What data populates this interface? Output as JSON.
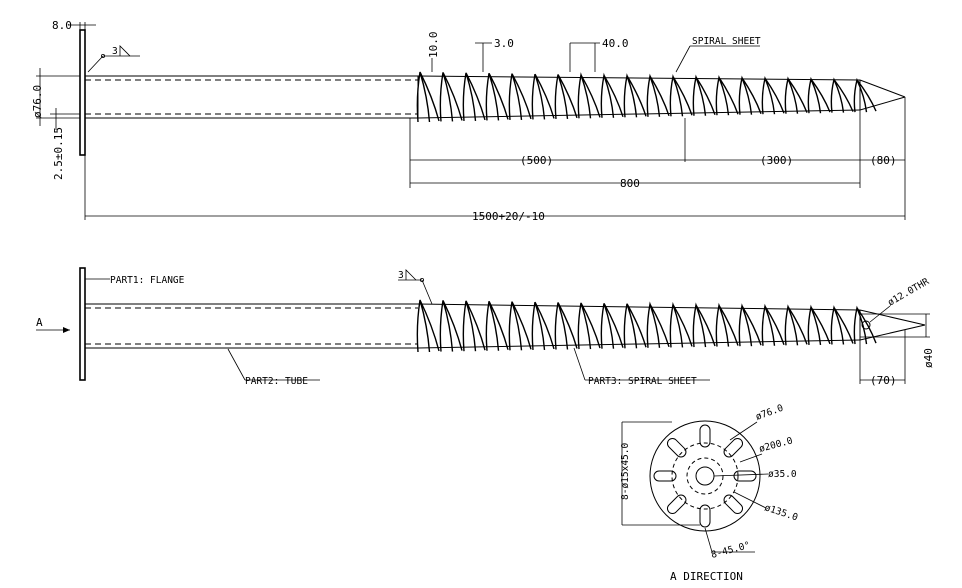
{
  "drawing": {
    "top_view": {
      "flange_thickness": "8.0",
      "weld_mark": "3",
      "pitch_height": "10.0",
      "sheet_thickness": "3.0",
      "pitch": "40.0",
      "spiral_label": "SPIRAL SHEET",
      "tube_diameter": "ø76.0",
      "wall_thickness": "2.5±0.15",
      "dim_500": "(500)",
      "dim_300": "(300)",
      "dim_80": "(80)",
      "dim_800": "800",
      "overall_length": "1500+20/-10"
    },
    "side_view": {
      "weld_mark": "3",
      "part1": "PART1: FLANGE",
      "part2": "PART2: TUBE",
      "part3": "PART3: SPIRAL SHEET",
      "direction_letter": "A",
      "hole_label": "ø12.0THR",
      "tip_diameter": "ø40",
      "tip_length": "(70)"
    },
    "flange_view": {
      "tube_od": "ø76.0",
      "flange_od": "ø200.0",
      "bore": "ø35.0",
      "bolt_circle": "ø135.0",
      "slots": "8-ø15x45.0",
      "angle": "8-45.0°",
      "caption": "A DIRECTION"
    }
  }
}
